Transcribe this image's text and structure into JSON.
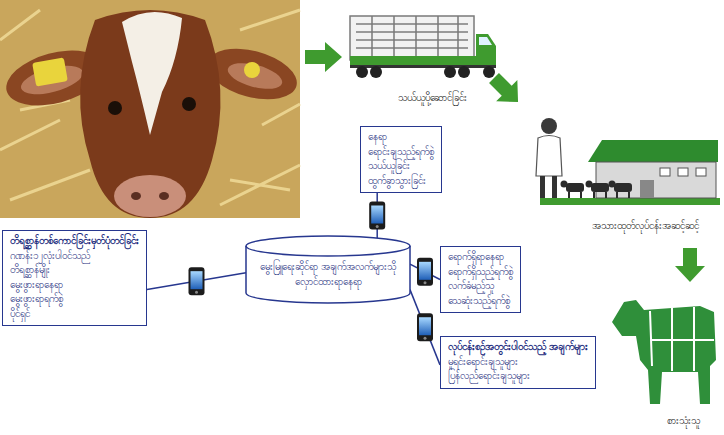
{
  "diagram": {
    "nodes": [
      {
        "text": [
          "နေရာ",
          "ရောင်းချသည့်ရက်စွဲ",
          "သယ်ယူခြင်း",
          "ထွက်ခွာသွားခြင်း"
        ]
      },
      {
        "text": [
          "မွေးမြူရေးဆိုင်ရာ အချက်အလက်များသို လှောင်ထားရာနေရာ"
        ]
      },
      {
        "text": [
          "တိရစ္ဆာန်တစ်ကောင်ခြင်းမှတ်ပုံတင်ခြင်း",
          "ဂဏန်း၁၂လုံးပါဝင်သည်",
          "တိရစ္ဆာန်မျိုး",
          "မွေးဖွားရာနေရာ",
          "မွေးဖွားရာရက်စွဲ",
          "ပိုင်ရှင်"
        ]
      },
      {
        "text": [
          "ရောက်ရှိရာနေရာ",
          "ရောက်ရှိသည့်ရက်စွဲ",
          "လက်ခံမည့်သူ",
          "သေဆုံးသည့်ရက်စွဲ"
        ]
      },
      {
        "text": [
          "လုပ်ငန်းစဉ်အတွင်းပါဝင်သည့် အချက်များ",
          "မူရင်းရောင်းချသူများ",
          "ပြန်လည်ရောင်းချသူများ"
        ]
      }
    ],
    "edges": [
      {
        "from": 1,
        "to": 0,
        "arrow": "none"
      },
      {
        "from": 1,
        "to": 2,
        "arrow": "none"
      },
      {
        "from": 1,
        "to": 3,
        "arrow": "none"
      },
      {
        "from": 1,
        "to": 4,
        "arrow": "none"
      }
    ],
    "labels": [
      "သယ်ယူပို့ဆောင်ခြင်း",
      "အသားထုတ်လုပ်ငန်းအဆင့်ဆင့်",
      "စားသုံးသူ"
    ]
  }
}
